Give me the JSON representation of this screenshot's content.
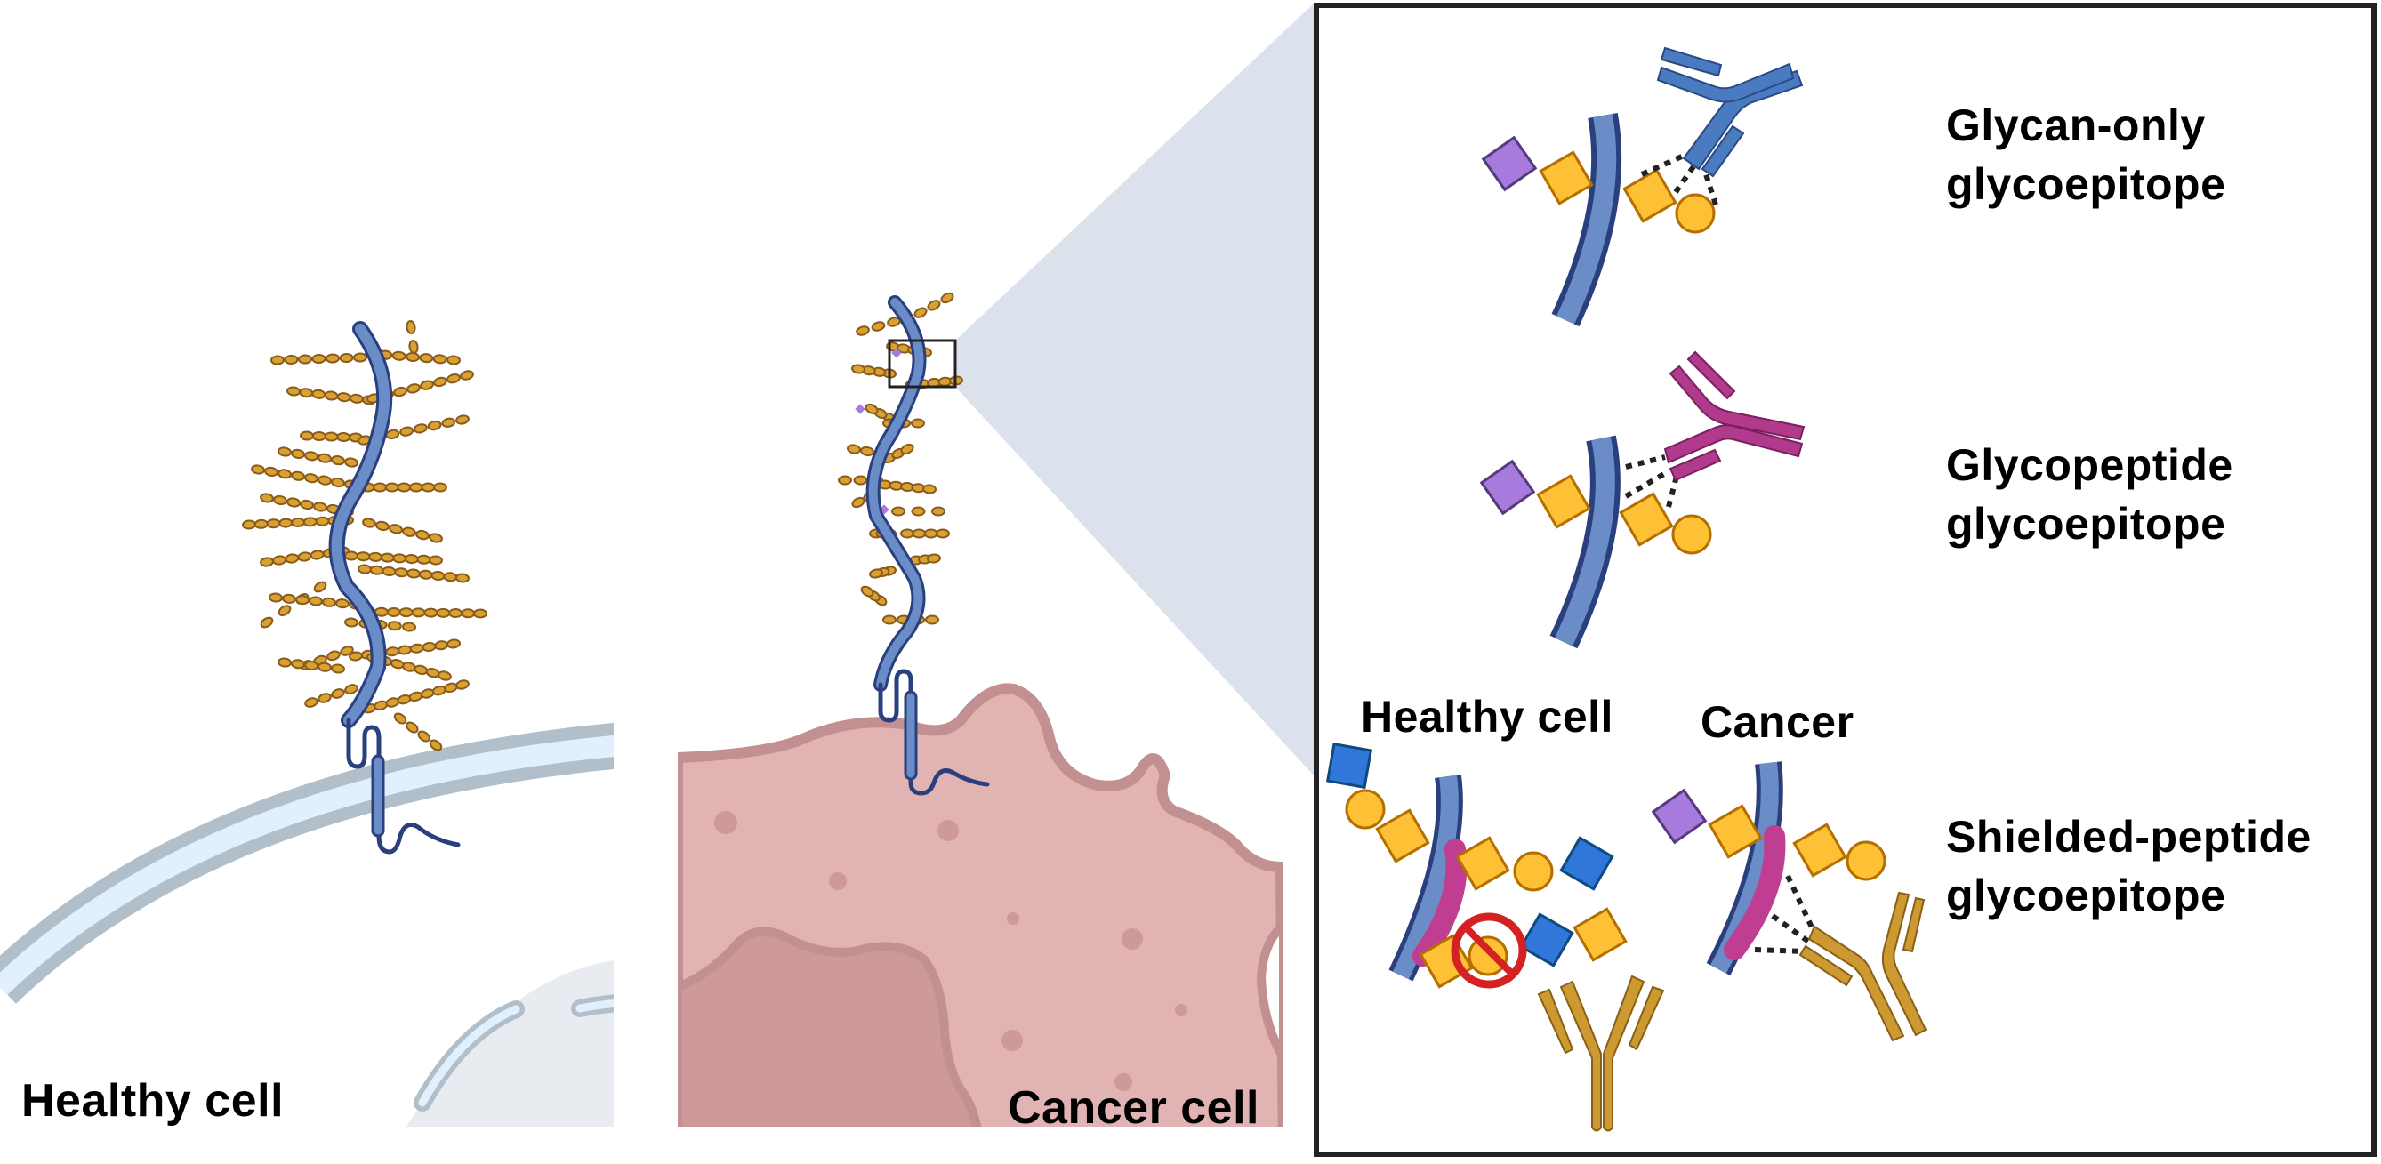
{
  "panels": {
    "healthy": {
      "label": "Healthy cell"
    },
    "cancer": {
      "label": "Cancer cell"
    }
  },
  "zoom_box": {
    "glycoepitopes": [
      {
        "id": "glycan-only",
        "line1": "Glycan-only",
        "line2": "glycoepitope",
        "antibody_color": "#4a7bc0"
      },
      {
        "id": "glycopeptide",
        "line1": "Glycopeptide",
        "line2": "glycoepitope",
        "antibody_color": "#b23a8c"
      },
      {
        "id": "shielded-peptide",
        "line1": "Shielded-peptide",
        "line2": "glycoepitope",
        "antibody_color": "#cc9a30"
      }
    ],
    "shielded_sub": {
      "healthy_label": "Healthy cell",
      "cancer_label": "Cancer"
    }
  },
  "colors": {
    "protein_backbone": "#6a8cc7",
    "protein_outline": "#2a3f7e",
    "glycan_bead": "#d9a032",
    "glycan_outline": "#8a5a1a",
    "galnac_yellow": "#fec035",
    "sialic_purple": "#a77ade",
    "glcnac_blue": "#3077d9",
    "peptide_magenta": "#c03e92",
    "prohibited_red": "#d42121",
    "membrane_grey": "#b1bfcb",
    "membrane_fill": "#e1f0fc",
    "cancer_fill": "#e2b3b3",
    "cancer_outline": "#c29090",
    "cancer_nucleus": "#cd999a",
    "zoom_trapezoid": "#dbe2ec",
    "frame": "#222222"
  }
}
